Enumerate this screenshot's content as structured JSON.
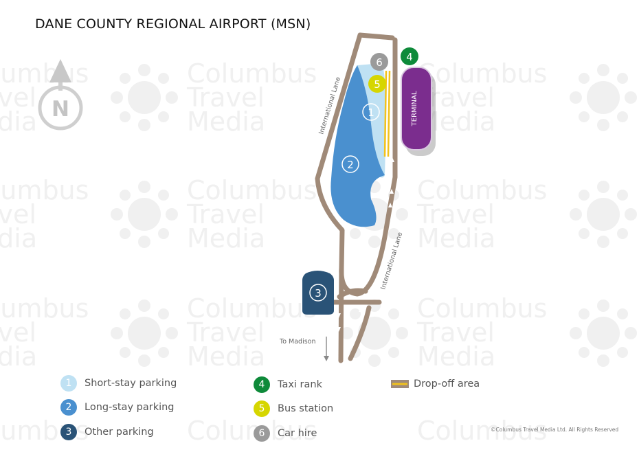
{
  "title": "DANE COUNTY REGIONAL AIRPORT (MSN)",
  "compass": {
    "label": "N"
  },
  "watermark": {
    "line1": "Columbus",
    "line2": "Travel",
    "line3": "Media"
  },
  "roads": {
    "upper": "International Lane",
    "lower": "International Lane",
    "to_madison": "To Madison"
  },
  "terminal": {
    "label": "TERMINAL",
    "color": "#7b2d8e"
  },
  "markers": [
    {
      "num": "1",
      "color": "#bfe1f3"
    },
    {
      "num": "2",
      "color": "#4a90cf"
    },
    {
      "num": "3",
      "color": "#2a5377"
    },
    {
      "num": "4",
      "color": "#0e8a3a"
    },
    {
      "num": "5",
      "color": "#d6d600"
    },
    {
      "num": "6",
      "color": "#9a9a9a"
    }
  ],
  "legend": [
    {
      "num": "1",
      "label": "Short-stay parking",
      "color": "#bfe1f3"
    },
    {
      "num": "2",
      "label": "Long-stay parking",
      "color": "#4a90cf"
    },
    {
      "num": "3",
      "label": "Other parking",
      "color": "#2a5377"
    },
    {
      "num": "4",
      "label": "Taxi rank",
      "color": "#0e8a3a"
    },
    {
      "num": "5",
      "label": "Bus station",
      "color": "#d6d600"
    },
    {
      "num": "6",
      "label": "Car hire",
      "color": "#9a9a9a"
    },
    {
      "label": "Drop-off area"
    }
  ],
  "colors": {
    "road": "#a08a78",
    "dropoff": "#f2c21b",
    "compass": "#cfcfcf"
  },
  "copyright": "©Columbus Travel Media Ltd. All Rights Reserved"
}
